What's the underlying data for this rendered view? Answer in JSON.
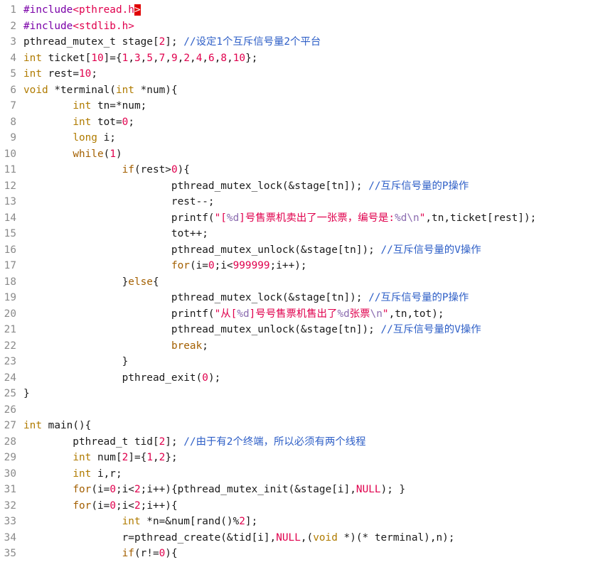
{
  "editor": {
    "lines": [
      {
        "n": "1",
        "tokens": [
          {
            "c": "pp",
            "t": "#include"
          },
          {
            "c": "hdr",
            "t": "<pthread.h"
          },
          {
            "c": "cursor",
            "t": ">"
          }
        ]
      },
      {
        "n": "2",
        "tokens": [
          {
            "c": "pp",
            "t": "#include"
          },
          {
            "c": "hdr",
            "t": "<stdlib.h>"
          }
        ]
      },
      {
        "n": "3",
        "tokens": [
          {
            "c": "plain",
            "t": "pthread_mutex_t stage["
          },
          {
            "c": "num",
            "t": "2"
          },
          {
            "c": "plain",
            "t": "]; "
          },
          {
            "c": "cm",
            "t": "//设定1个互斥信号量2个平台"
          }
        ]
      },
      {
        "n": "4",
        "tokens": [
          {
            "c": "kw",
            "t": "int"
          },
          {
            "c": "plain",
            "t": " ticket["
          },
          {
            "c": "num",
            "t": "10"
          },
          {
            "c": "plain",
            "t": "]={"
          },
          {
            "c": "num",
            "t": "1"
          },
          {
            "c": "plain",
            "t": ","
          },
          {
            "c": "num",
            "t": "3"
          },
          {
            "c": "plain",
            "t": ","
          },
          {
            "c": "num",
            "t": "5"
          },
          {
            "c": "plain",
            "t": ","
          },
          {
            "c": "num",
            "t": "7"
          },
          {
            "c": "plain",
            "t": ","
          },
          {
            "c": "num",
            "t": "9"
          },
          {
            "c": "plain",
            "t": ","
          },
          {
            "c": "num",
            "t": "2"
          },
          {
            "c": "plain",
            "t": ","
          },
          {
            "c": "num",
            "t": "4"
          },
          {
            "c": "plain",
            "t": ","
          },
          {
            "c": "num",
            "t": "6"
          },
          {
            "c": "plain",
            "t": ","
          },
          {
            "c": "num",
            "t": "8"
          },
          {
            "c": "plain",
            "t": ","
          },
          {
            "c": "num",
            "t": "10"
          },
          {
            "c": "plain",
            "t": "};"
          }
        ]
      },
      {
        "n": "5",
        "tokens": [
          {
            "c": "kw",
            "t": "int"
          },
          {
            "c": "plain",
            "t": " rest="
          },
          {
            "c": "num",
            "t": "10"
          },
          {
            "c": "plain",
            "t": ";"
          }
        ]
      },
      {
        "n": "6",
        "tokens": [
          {
            "c": "kw",
            "t": "void"
          },
          {
            "c": "plain",
            "t": " *terminal("
          },
          {
            "c": "kw",
            "t": "int"
          },
          {
            "c": "plain",
            "t": " *num){"
          }
        ]
      },
      {
        "n": "7",
        "tokens": [
          {
            "c": "plain",
            "t": "        "
          },
          {
            "c": "kw",
            "t": "int"
          },
          {
            "c": "plain",
            "t": " tn=*num;"
          }
        ]
      },
      {
        "n": "8",
        "tokens": [
          {
            "c": "plain",
            "t": "        "
          },
          {
            "c": "kw",
            "t": "int"
          },
          {
            "c": "plain",
            "t": " tot="
          },
          {
            "c": "num",
            "t": "0"
          },
          {
            "c": "plain",
            "t": ";"
          }
        ]
      },
      {
        "n": "9",
        "tokens": [
          {
            "c": "plain",
            "t": "        "
          },
          {
            "c": "kw",
            "t": "long"
          },
          {
            "c": "plain",
            "t": " i;"
          }
        ]
      },
      {
        "n": "10",
        "tokens": [
          {
            "c": "plain",
            "t": "        "
          },
          {
            "c": "kw2",
            "t": "while"
          },
          {
            "c": "plain",
            "t": "("
          },
          {
            "c": "num",
            "t": "1"
          },
          {
            "c": "plain",
            "t": ")"
          }
        ]
      },
      {
        "n": "11",
        "tokens": [
          {
            "c": "plain",
            "t": "                "
          },
          {
            "c": "kw2",
            "t": "if"
          },
          {
            "c": "plain",
            "t": "(rest>"
          },
          {
            "c": "num",
            "t": "0"
          },
          {
            "c": "plain",
            "t": "){"
          }
        ]
      },
      {
        "n": "12",
        "tokens": [
          {
            "c": "plain",
            "t": "                        pthread_mutex_lock(&stage[tn]); "
          },
          {
            "c": "cm",
            "t": "//互斥信号量的P操作"
          }
        ]
      },
      {
        "n": "13",
        "tokens": [
          {
            "c": "plain",
            "t": "                        rest--;"
          }
        ]
      },
      {
        "n": "14",
        "tokens": [
          {
            "c": "plain",
            "t": "                        printf("
          },
          {
            "c": "str",
            "t": "\"["
          },
          {
            "c": "esc",
            "t": "%d"
          },
          {
            "c": "str",
            "t": "]号售票机卖出了一张票，编号是:"
          },
          {
            "c": "esc",
            "t": "%d\\n"
          },
          {
            "c": "str",
            "t": "\""
          },
          {
            "c": "plain",
            "t": ",tn,ticket[rest]);"
          }
        ]
      },
      {
        "n": "15",
        "tokens": [
          {
            "c": "plain",
            "t": "                        tot++;"
          }
        ]
      },
      {
        "n": "16",
        "tokens": [
          {
            "c": "plain",
            "t": "                        pthread_mutex_unlock(&stage[tn]); "
          },
          {
            "c": "cm",
            "t": "//互斥信号量的V操作"
          }
        ]
      },
      {
        "n": "17",
        "tokens": [
          {
            "c": "plain",
            "t": "                        "
          },
          {
            "c": "kw2",
            "t": "for"
          },
          {
            "c": "plain",
            "t": "(i="
          },
          {
            "c": "num",
            "t": "0"
          },
          {
            "c": "plain",
            "t": ";i<"
          },
          {
            "c": "num",
            "t": "999999"
          },
          {
            "c": "plain",
            "t": ";i++);"
          }
        ]
      },
      {
        "n": "18",
        "tokens": [
          {
            "c": "plain",
            "t": "                }"
          },
          {
            "c": "kw2",
            "t": "else"
          },
          {
            "c": "plain",
            "t": "{"
          }
        ]
      },
      {
        "n": "19",
        "tokens": [
          {
            "c": "plain",
            "t": "                        pthread_mutex_lock(&stage[tn]); "
          },
          {
            "c": "cm",
            "t": "//互斥信号量的P操作"
          }
        ]
      },
      {
        "n": "20",
        "tokens": [
          {
            "c": "plain",
            "t": "                        printf("
          },
          {
            "c": "str",
            "t": "\"从["
          },
          {
            "c": "esc",
            "t": "%d"
          },
          {
            "c": "str",
            "t": "]号号售票机售出了"
          },
          {
            "c": "esc",
            "t": "%d"
          },
          {
            "c": "str",
            "t": "张票"
          },
          {
            "c": "esc",
            "t": "\\n"
          },
          {
            "c": "str",
            "t": "\""
          },
          {
            "c": "plain",
            "t": ",tn,tot);"
          }
        ]
      },
      {
        "n": "21",
        "tokens": [
          {
            "c": "plain",
            "t": "                        pthread_mutex_unlock(&stage[tn]); "
          },
          {
            "c": "cm",
            "t": "//互斥信号量的V操作"
          }
        ]
      },
      {
        "n": "22",
        "tokens": [
          {
            "c": "plain",
            "t": "                        "
          },
          {
            "c": "kw2",
            "t": "break"
          },
          {
            "c": "plain",
            "t": ";"
          }
        ]
      },
      {
        "n": "23",
        "tokens": [
          {
            "c": "plain",
            "t": "                }"
          }
        ]
      },
      {
        "n": "24",
        "tokens": [
          {
            "c": "plain",
            "t": "                pthread_exit("
          },
          {
            "c": "num",
            "t": "0"
          },
          {
            "c": "plain",
            "t": ");"
          }
        ]
      },
      {
        "n": "25",
        "tokens": [
          {
            "c": "plain",
            "t": "}"
          }
        ]
      },
      {
        "n": "26",
        "tokens": []
      },
      {
        "n": "27",
        "tokens": [
          {
            "c": "kw",
            "t": "int"
          },
          {
            "c": "plain",
            "t": " main(){"
          }
        ]
      },
      {
        "n": "28",
        "tokens": [
          {
            "c": "plain",
            "t": "        pthread_t tid["
          },
          {
            "c": "num",
            "t": "2"
          },
          {
            "c": "plain",
            "t": "]; "
          },
          {
            "c": "cm",
            "t": "//由于有2个终端，所以必须有两个线程"
          }
        ]
      },
      {
        "n": "29",
        "tokens": [
          {
            "c": "plain",
            "t": "        "
          },
          {
            "c": "kw",
            "t": "int"
          },
          {
            "c": "plain",
            "t": " num["
          },
          {
            "c": "num",
            "t": "2"
          },
          {
            "c": "plain",
            "t": "]={"
          },
          {
            "c": "num",
            "t": "1"
          },
          {
            "c": "plain",
            "t": ","
          },
          {
            "c": "num",
            "t": "2"
          },
          {
            "c": "plain",
            "t": "};"
          }
        ]
      },
      {
        "n": "30",
        "tokens": [
          {
            "c": "plain",
            "t": "        "
          },
          {
            "c": "kw",
            "t": "int"
          },
          {
            "c": "plain",
            "t": " i,r;"
          }
        ]
      },
      {
        "n": "31",
        "tokens": [
          {
            "c": "plain",
            "t": "        "
          },
          {
            "c": "kw2",
            "t": "for"
          },
          {
            "c": "plain",
            "t": "(i="
          },
          {
            "c": "num",
            "t": "0"
          },
          {
            "c": "plain",
            "t": ";i<"
          },
          {
            "c": "num",
            "t": "2"
          },
          {
            "c": "plain",
            "t": ";i++){pthread_mutex_init(&stage[i],"
          },
          {
            "c": "num",
            "t": "NULL"
          },
          {
            "c": "plain",
            "t": "); }"
          }
        ]
      },
      {
        "n": "32",
        "tokens": [
          {
            "c": "plain",
            "t": "        "
          },
          {
            "c": "kw2",
            "t": "for"
          },
          {
            "c": "plain",
            "t": "(i="
          },
          {
            "c": "num",
            "t": "0"
          },
          {
            "c": "plain",
            "t": ";i<"
          },
          {
            "c": "num",
            "t": "2"
          },
          {
            "c": "plain",
            "t": ";i++){"
          }
        ]
      },
      {
        "n": "33",
        "tokens": [
          {
            "c": "plain",
            "t": "                "
          },
          {
            "c": "kw",
            "t": "int"
          },
          {
            "c": "plain",
            "t": " *n=&num[rand()%"
          },
          {
            "c": "num",
            "t": "2"
          },
          {
            "c": "plain",
            "t": "];"
          }
        ]
      },
      {
        "n": "34",
        "tokens": [
          {
            "c": "plain",
            "t": "                r=pthread_create(&tid[i],"
          },
          {
            "c": "num",
            "t": "NULL"
          },
          {
            "c": "plain",
            "t": ",("
          },
          {
            "c": "kw",
            "t": "void"
          },
          {
            "c": "plain",
            "t": " *)(* terminal),n);"
          }
        ]
      },
      {
        "n": "35",
        "tokens": [
          {
            "c": "plain",
            "t": "                "
          },
          {
            "c": "kw2",
            "t": "if"
          },
          {
            "c": "plain",
            "t": "(r!="
          },
          {
            "c": "num",
            "t": "0"
          },
          {
            "c": "plain",
            "t": "){"
          }
        ]
      }
    ]
  }
}
